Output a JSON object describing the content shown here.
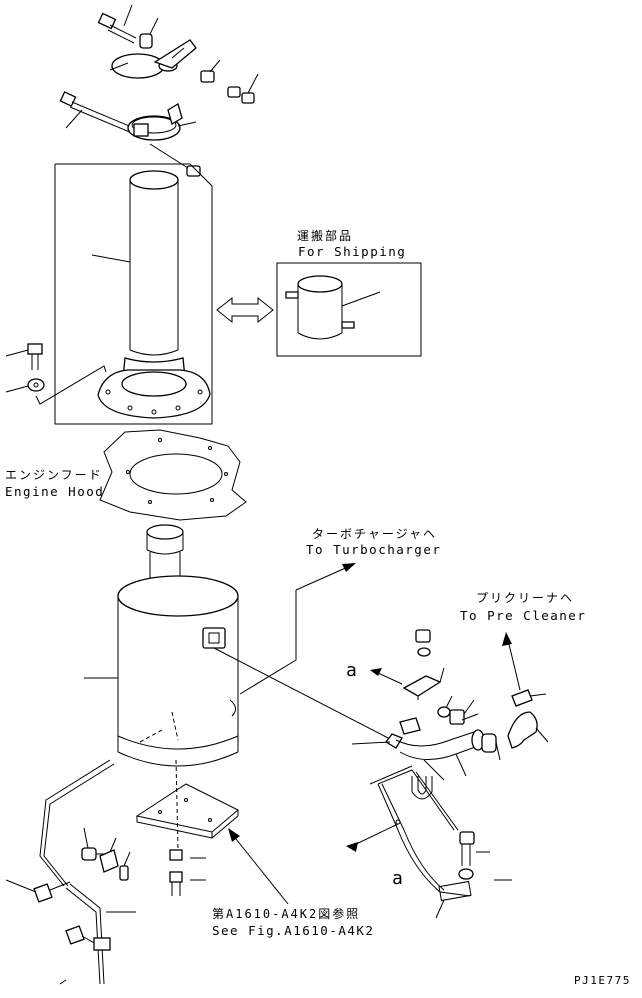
{
  "labels": {
    "shipping_jp": "運搬部品",
    "shipping_en": "For Shipping",
    "hood_jp": "エンジンフード",
    "hood_en": "Engine Hood",
    "turbo_jp": "ターボチャージャヘ",
    "turbo_en": "To Turbocharger",
    "precleaner_jp": "プリクリーナヘ",
    "precleaner_en": "To Pre Cleaner",
    "ref_jp": "第A1610-A4K2図参照",
    "ref_en": "See Fig.A1610-A4K2",
    "view_a_1": "a",
    "view_a_2": "a",
    "drawing_code": "PJ1E775"
  }
}
